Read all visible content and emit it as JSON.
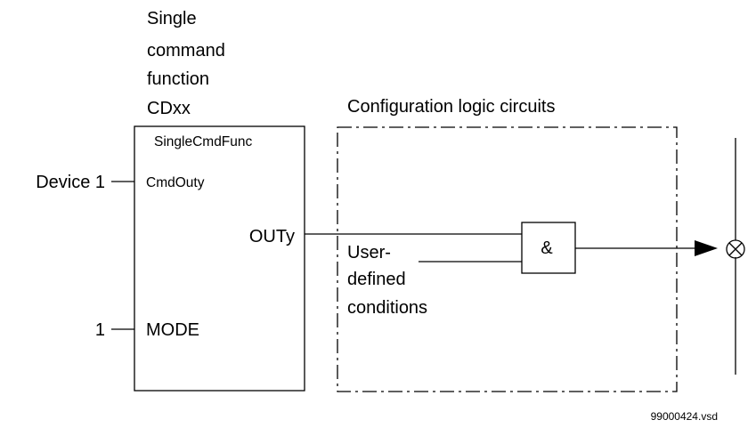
{
  "function_heading": {
    "line1": "Single",
    "line2": "command",
    "line3": "function",
    "line4": "CDxx"
  },
  "function_block": {
    "name": "SingleCmdFunc",
    "input_cmd_label": "CmdOuty",
    "input_mode_label": "MODE",
    "output_label": "OUTy"
  },
  "inputs": {
    "device_label": "Device 1",
    "mode_value": "1"
  },
  "config_area": {
    "title": "Configuration logic circuits",
    "conditions_line1": "User-",
    "conditions_line2": "defined",
    "conditions_line3": "conditions"
  },
  "and_gate": {
    "symbol": "&"
  },
  "output_symbol": {
    "icon": "lamp-cross-circle-icon"
  },
  "footer": {
    "file_ref": "99000424.vsd"
  }
}
